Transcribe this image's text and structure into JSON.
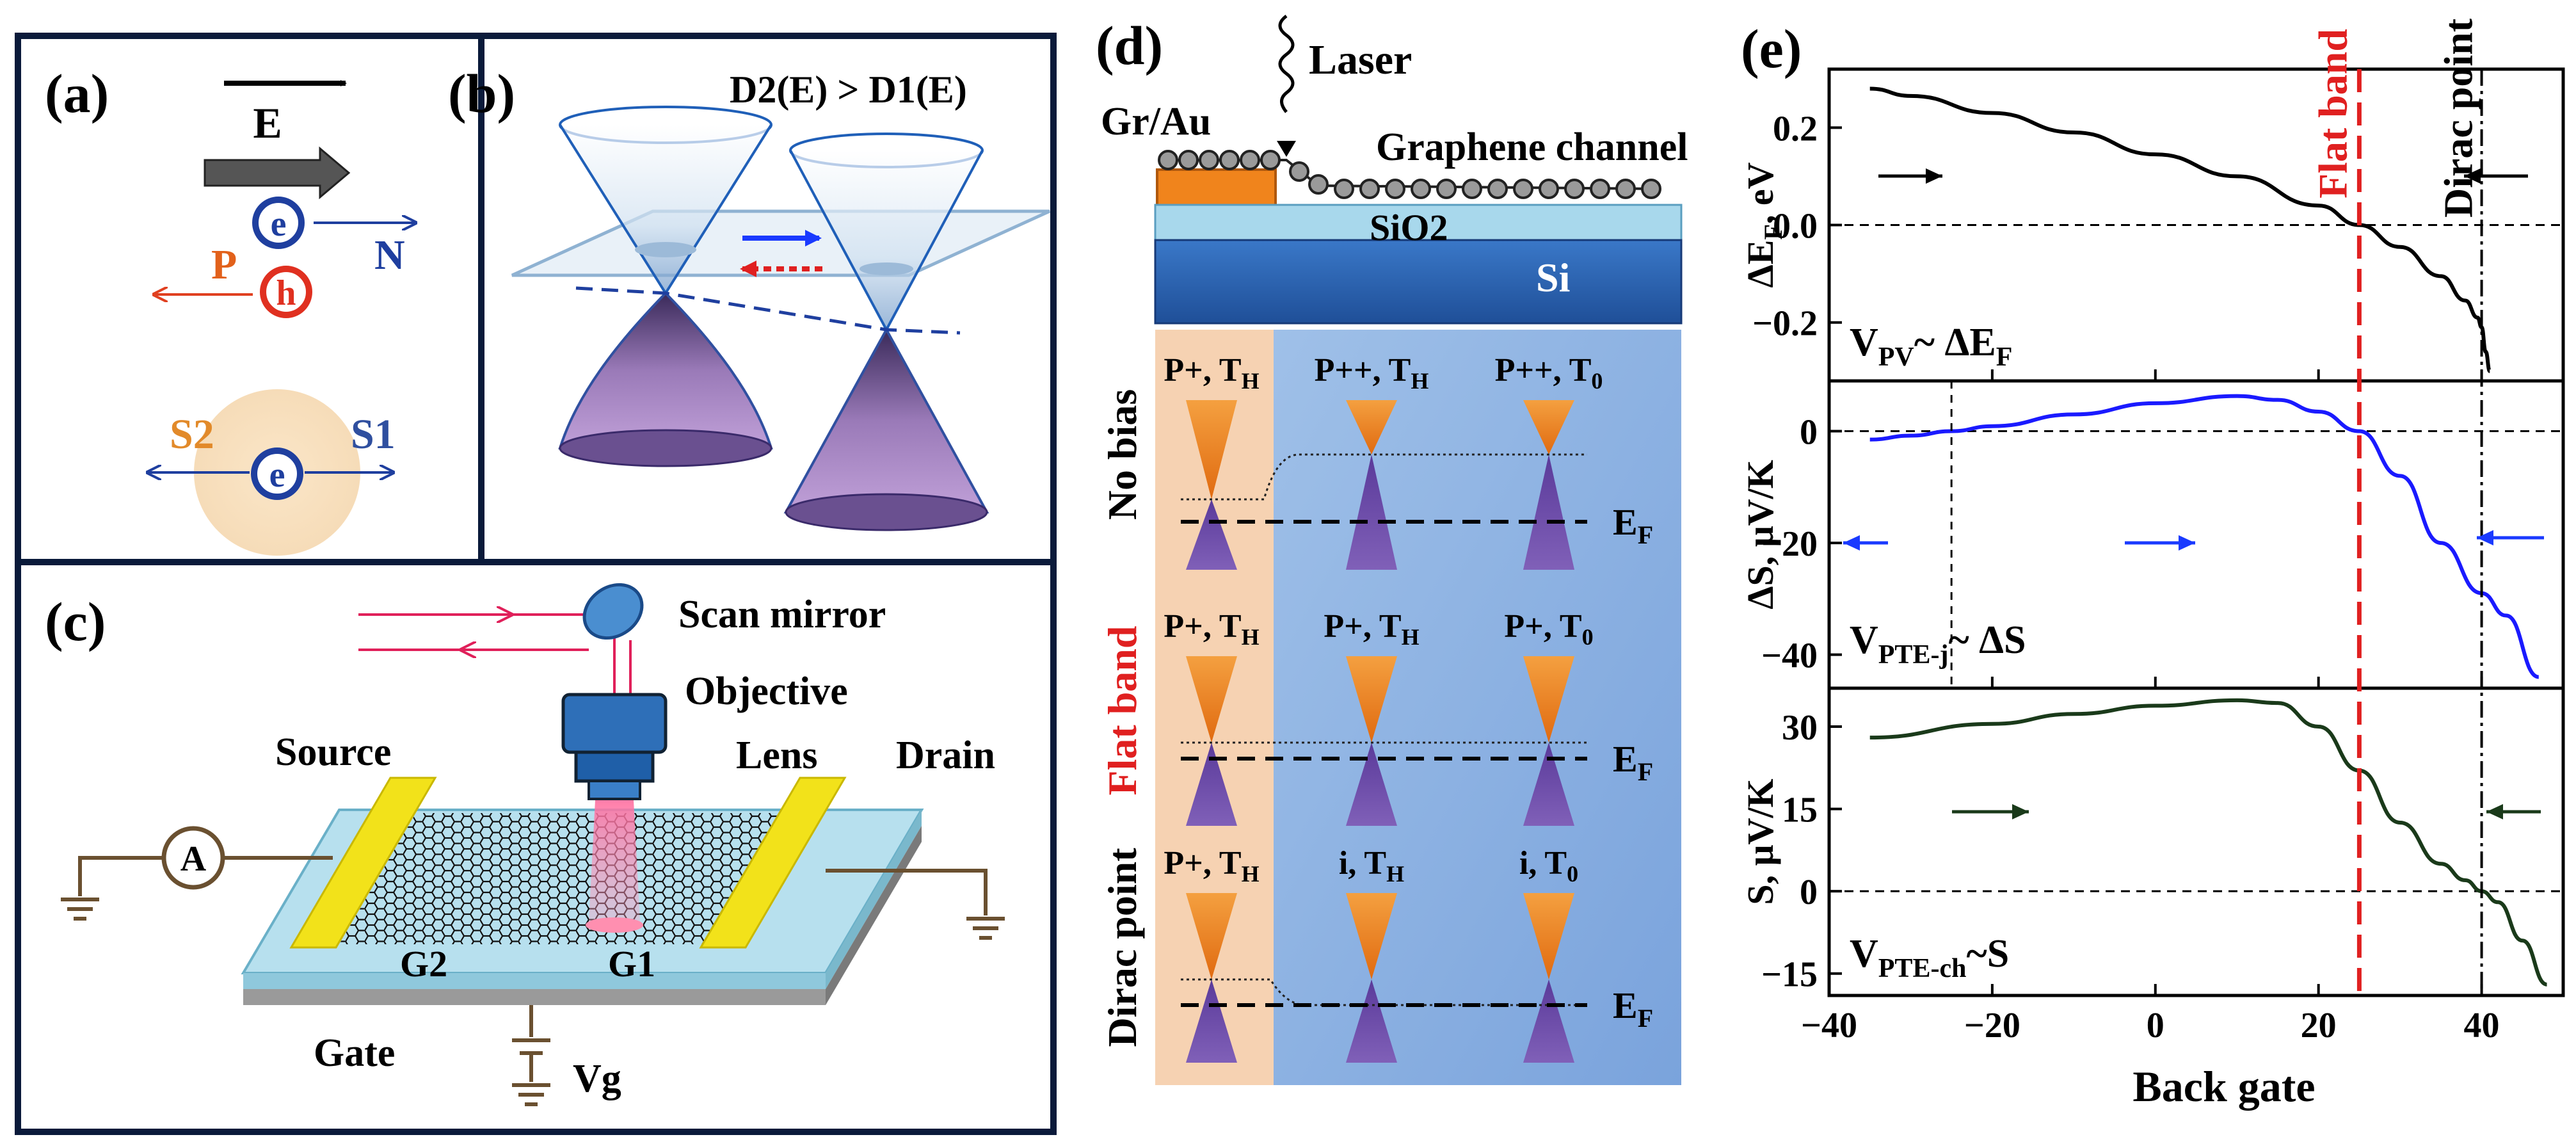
{
  "panel_a": {
    "label": "(a)",
    "field_label": "E",
    "p_label": "P",
    "n_label": "N",
    "electron_glyph": "e",
    "hole_glyph": "h",
    "s2_label": "S2",
    "s1_label": "S1",
    "colors": {
      "electron": "#1f3f9f",
      "hole": "#e03020",
      "p_text": "#e2611b",
      "n_text": "#1f3f9f",
      "s2_text": "#e28a2a",
      "s1_text": "#2f4f9f"
    }
  },
  "panel_b": {
    "label": "(b)",
    "dos_inequality": "D2(E) > D1(E)"
  },
  "panel_c": {
    "label": "(c)",
    "scan_mirror": "Scan mirror",
    "objective": "Objective",
    "lens": "Lens",
    "source": "Source",
    "drain": "Drain",
    "ammeter": "A",
    "g2": "G2",
    "g1": "G1",
    "gate": "Gate",
    "vg": "Vg"
  },
  "panel_d": {
    "label": "(d)",
    "laser": "Laser",
    "contact": "Gr/Au",
    "channel": "Graphene channel",
    "oxide": "SiO2",
    "substrate": "Si",
    "rows": [
      {
        "side_label": "No bias",
        "side_color": "#000000",
        "cones": [
          "P+, TH",
          "P++, TH",
          "P++, T0"
        ],
        "fermi_label": "EF"
      },
      {
        "side_label": "Flat band",
        "side_color": "#e02020",
        "cones": [
          "P+, TH",
          "P+, TH",
          "P+, T0"
        ],
        "fermi_label": "EF"
      },
      {
        "side_label": "Dirac point",
        "side_color": "#000000",
        "cones": [
          "P+, TH",
          "i, TH",
          "i, T0"
        ],
        "fermi_label": "EF"
      }
    ]
  },
  "panel_e": {
    "label": "(e)",
    "flat_band_label": "Flat band",
    "dirac_point_label": "Dirac point",
    "x_label": "Back gate",
    "x_ticks": [
      "−40",
      "−20",
      "0",
      "20",
      "40"
    ],
    "colors": {
      "top": "#000000",
      "middle": "#1a1aff",
      "bottom": "#1a3a1a",
      "flat_band": "#e02020"
    }
  },
  "chart_data": [
    {
      "type": "line",
      "title": "",
      "xlabel": "Back gate",
      "ylabel": "ΔEF, eV",
      "annotation": "VPV~ ΔEF",
      "xlim": [
        -40,
        50
      ],
      "ylim": [
        -0.32,
        0.32
      ],
      "yticks": [
        "0.2",
        "0.0",
        "−0.2"
      ],
      "ytick_values": [
        0.2,
        0.0,
        -0.2
      ],
      "grid": false,
      "x": [
        -35,
        -30,
        -20,
        -10,
        0,
        10,
        20,
        25,
        30,
        35,
        38,
        39.5,
        40,
        40.5,
        41
      ],
      "y": [
        0.28,
        0.265,
        0.23,
        0.19,
        0.145,
        0.1,
        0.04,
        0.0,
        -0.045,
        -0.105,
        -0.155,
        -0.19,
        -0.21,
        -0.26,
        -0.3
      ]
    },
    {
      "type": "line",
      "xlabel": "Back gate",
      "ylabel": "ΔS, μV/K",
      "annotation": "VPTE-j~ ΔS",
      "xlim": [
        -40,
        50
      ],
      "ylim": [
        -46,
        9
      ],
      "yticks": [
        "0",
        "−20",
        "−40"
      ],
      "ytick_values": [
        0,
        -20,
        -40
      ],
      "grid": false,
      "x": [
        -35,
        -30,
        -25,
        -20,
        -10,
        0,
        10,
        15,
        20,
        25,
        30,
        35,
        40,
        43,
        47
      ],
      "y": [
        -1.5,
        -0.8,
        0,
        0.9,
        3,
        5,
        6.3,
        5.6,
        3.5,
        0,
        -8,
        -20,
        -29,
        -33,
        -44
      ]
    },
    {
      "type": "line",
      "xlabel": "Back gate",
      "ylabel": "S, μV/K",
      "annotation": "VPTE-ch~S",
      "xlim": [
        -40,
        50
      ],
      "ylim": [
        -19,
        37
      ],
      "yticks": [
        "30",
        "15",
        "0",
        "−15"
      ],
      "ytick_values": [
        30,
        15,
        0,
        -15
      ],
      "grid": false,
      "x": [
        -35,
        -20,
        -10,
        0,
        10,
        15,
        20,
        25,
        30,
        35,
        38,
        40,
        42,
        45,
        48
      ],
      "y": [
        28,
        30.5,
        32.3,
        33.8,
        34.8,
        34.3,
        30,
        22,
        12.5,
        5,
        2,
        0,
        -2,
        -9,
        -17
      ]
    }
  ]
}
